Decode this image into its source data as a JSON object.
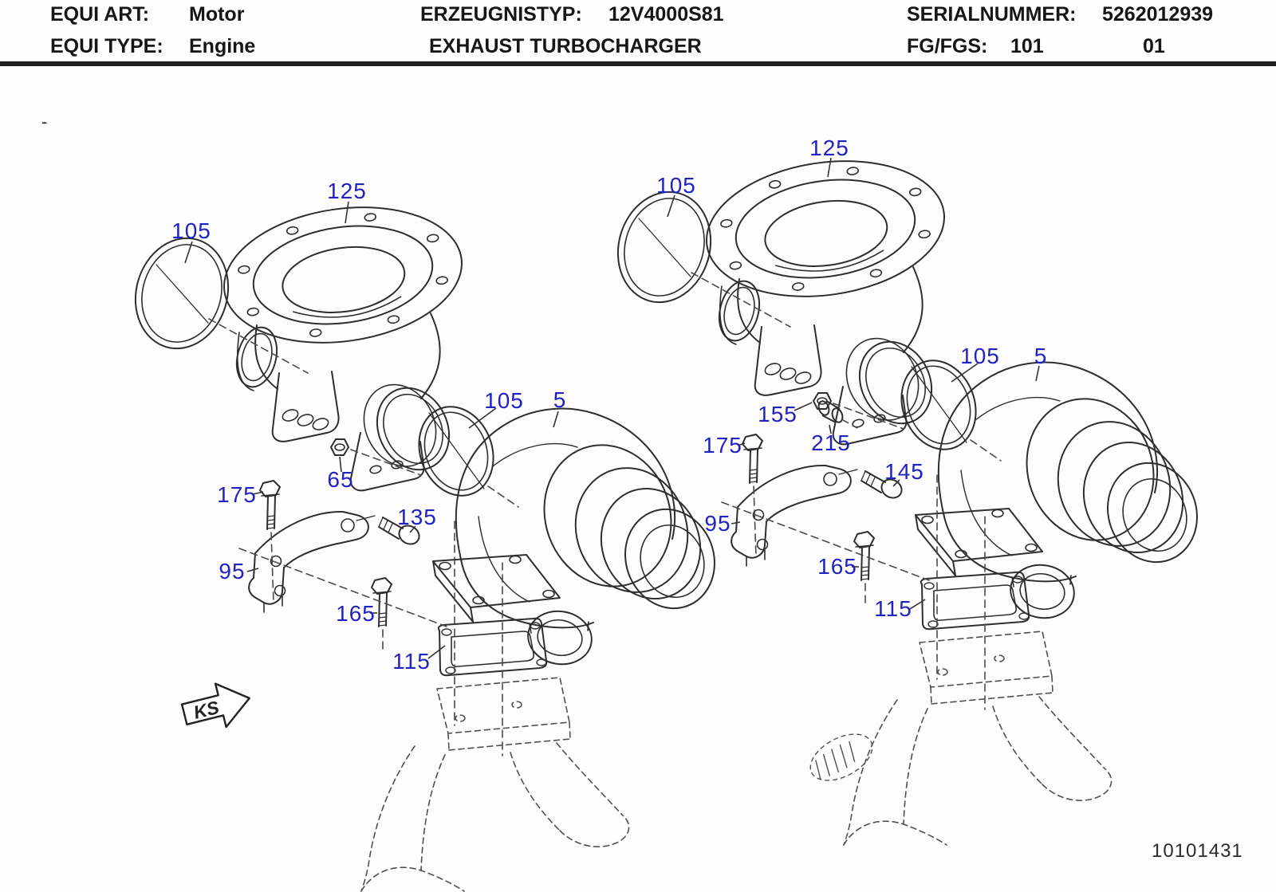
{
  "header": {
    "equi_art_label": "EQUI ART:",
    "equi_art_value": "Motor",
    "equi_type_label": "EQUI TYPE:",
    "equi_type_value": "Engine",
    "erzeugnistyp_label": "ERZEUGNISTYP:",
    "erzeugnistyp_value": "12V4000S81",
    "page_title": "EXHAUST TURBOCHARGER",
    "serialnummer_label": "SERIALNUMMER:",
    "serialnummer_value": "5262012939",
    "fg_fgs_label": "FG/FGS:",
    "fg_fgs_value": "101",
    "sheet_number": "01"
  },
  "diagram": {
    "dash_mark": "-",
    "ks_arrow_label": "KS",
    "drawing_number": "10101431",
    "callout_color": "#2222c2",
    "views": {
      "left": {
        "callouts": [
          {
            "label": "125"
          },
          {
            "label": "105"
          },
          {
            "label": "105"
          },
          {
            "label": "5"
          },
          {
            "label": "65"
          },
          {
            "label": "175"
          },
          {
            "label": "135"
          },
          {
            "label": "95"
          },
          {
            "label": "165"
          },
          {
            "label": "115"
          }
        ]
      },
      "right": {
        "callouts": [
          {
            "label": "125"
          },
          {
            "label": "105"
          },
          {
            "label": "105"
          },
          {
            "label": "5"
          },
          {
            "label": "155"
          },
          {
            "label": "215"
          },
          {
            "label": "175"
          },
          {
            "label": "145"
          },
          {
            "label": "95"
          },
          {
            "label": "165"
          },
          {
            "label": "115"
          }
        ]
      }
    }
  }
}
